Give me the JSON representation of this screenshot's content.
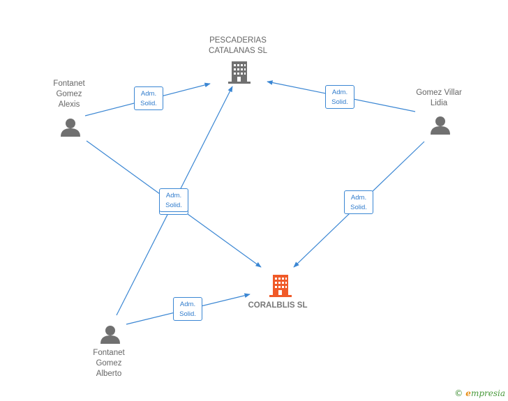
{
  "companies": {
    "pescaderias": {
      "label": "PESCADERIAS\nCATALANAS SL",
      "icon": "building-icon",
      "color": "#707070"
    },
    "coralblis": {
      "label": "CORALBLIS SL",
      "icon": "building-icon",
      "color": "#f05a28"
    }
  },
  "people": {
    "alexis": {
      "label": "Fontanet\nGomez\nAlexis",
      "icon": "person-icon"
    },
    "lidia": {
      "label": "Gomez Villar\nLidia",
      "icon": "person-icon"
    },
    "alberto": {
      "label": "Fontanet\nGomez\nAlberto",
      "icon": "person-icon"
    }
  },
  "roles": {
    "r1": {
      "line1": "Adm.",
      "line2": "Solid."
    },
    "r2": {
      "line1": "Adm.",
      "line2": "Solid."
    },
    "r3": {
      "line1": "Adm.",
      "line2": "Solid."
    },
    "r4": {
      "line1": "Adm.",
      "line2": "Solid."
    },
    "r5": {
      "line1": "Adm.",
      "line2": "Solid."
    }
  },
  "colors": {
    "edge": "#3a86d3",
    "person": "#707070"
  },
  "footer": {
    "copyright": "©",
    "brand_initial": "e",
    "brand_rest": "mpresia"
  }
}
